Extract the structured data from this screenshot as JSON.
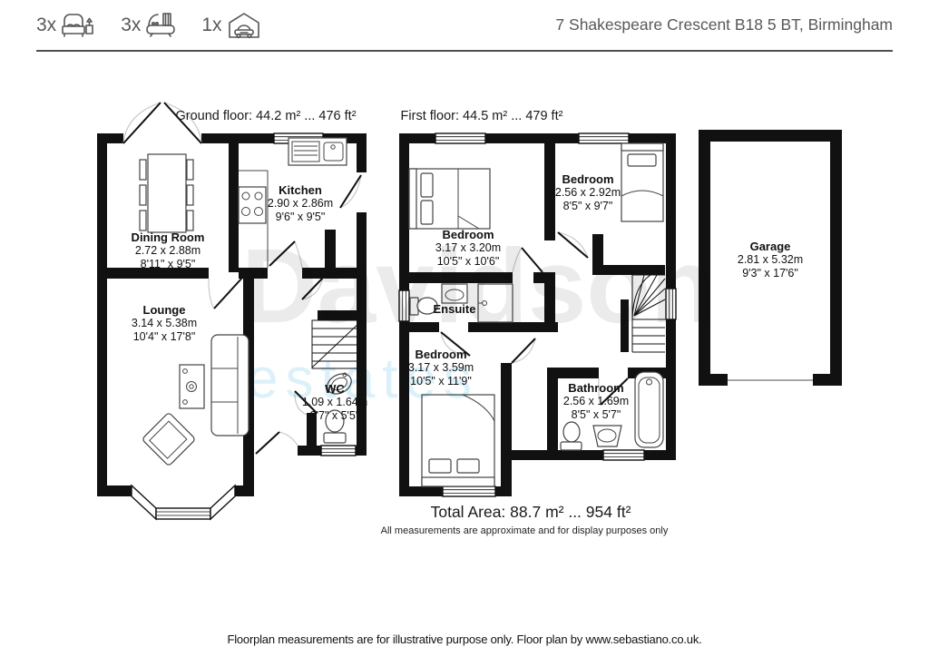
{
  "header": {
    "title": "7 Shakespeare Crescent B18 5 BT, Birmingham",
    "counts": [
      {
        "icon": "bed-icon",
        "count": "3x"
      },
      {
        "icon": "bath-icon",
        "count": "3x"
      },
      {
        "icon": "garage-icon",
        "count": "1x"
      }
    ]
  },
  "floor_labels": {
    "ground": "Ground floor: 44.2 m² ... 476 ft²",
    "first": "First floor: 44.5 m² ... 479 ft²"
  },
  "rooms": [
    {
      "name": "Dining Room",
      "metric": "2.72 x 2.88m",
      "imperial": "8'11\" x 9'5\""
    },
    {
      "name": "Kitchen",
      "metric": "2.90 x 2.86m",
      "imperial": "9'6\" x 9'5\""
    },
    {
      "name": "Lounge",
      "metric": "3.14 x 5.38m",
      "imperial": "10'4\" x 17'8\""
    },
    {
      "name": "WC",
      "metric": "1.09 x 1.64m",
      "imperial": "3'7\" x 5'5\""
    },
    {
      "name": "Bedroom",
      "metric": "3.17 x 3.20m",
      "imperial": "10'5\" x 10'6\""
    },
    {
      "name": "Bedroom",
      "metric": "2.56 x 2.92m",
      "imperial": "8'5\" x 9'7\""
    },
    {
      "name": "Ensuite"
    },
    {
      "name": "Bedroom",
      "metric": "3.17 x 3.59m",
      "imperial": "10'5\" x 11'9\""
    },
    {
      "name": "Bathroom",
      "metric": "2.56 x 1.69m",
      "imperial": "8'5\" x 5'7\""
    },
    {
      "name": "Garage",
      "metric": "2.81 x 5.32m",
      "imperial": "9'3\" x 17'6\""
    }
  ],
  "summary": {
    "total": "Total Area: 88.7 m² ... 954 ft²",
    "disclaimer": "All measurements are approximate and for display purposes only"
  },
  "watermark": {
    "line1": "Davidson",
    "line2": "estates"
  },
  "footer": "Floorplan measurements are for illustrative purpose only. Floor plan by www.sebastiano.co.uk."
}
